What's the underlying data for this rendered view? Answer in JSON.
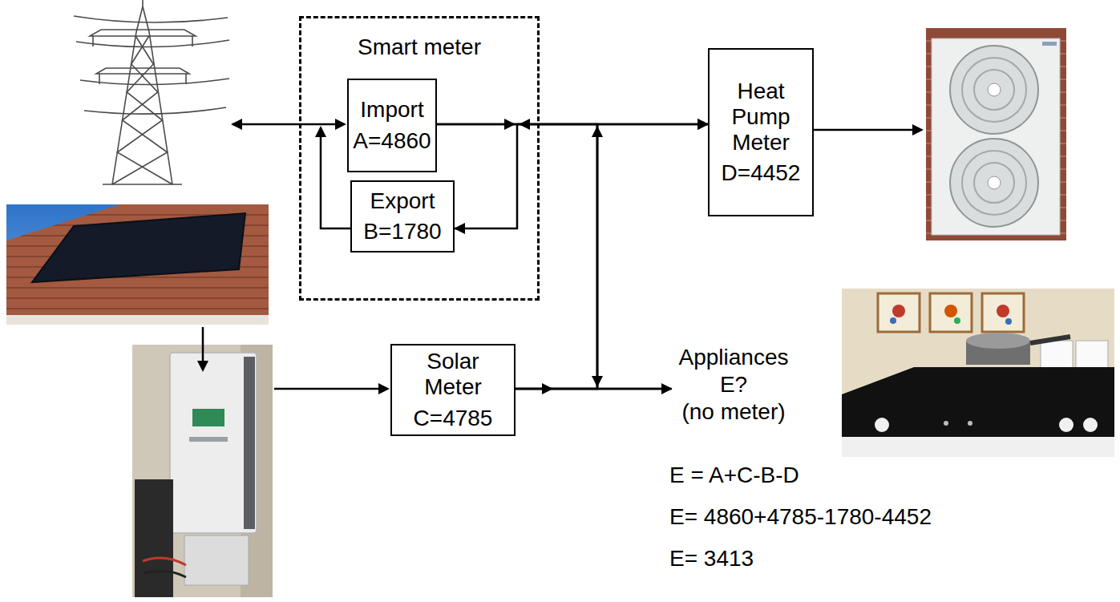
{
  "diagram": {
    "nodes": [
      {
        "text": [
          "Smart meter"
        ]
      },
      {
        "text": [
          "Import",
          "A=4860"
        ],
        "in": 0
      },
      {
        "text": [
          "Export",
          "B=1780"
        ],
        "in": 0
      },
      {
        "text": [
          "Heat Pump Meter",
          "D=4452"
        ]
      },
      {
        "text": [
          "Solar Meter",
          "C=4785"
        ]
      },
      {
        "text": [
          "Appliances",
          "E?",
          "(no meter)"
        ]
      }
    ],
    "edges": [
      {
        "from": 1,
        "to": 3,
        "arrow": "to"
      },
      {
        "from": 1,
        "to": 5,
        "arrow": "to"
      },
      {
        "from": 4,
        "to": 3,
        "arrow": "to"
      },
      {
        "from": 4,
        "to": 5,
        "arrow": "to"
      },
      {
        "from": 4,
        "to": 2,
        "arrow": "to"
      }
    ],
    "labels": [
      "E = A+C-B-D",
      "E= 4860+4785-1780-4452",
      "E= 3413"
    ]
  }
}
